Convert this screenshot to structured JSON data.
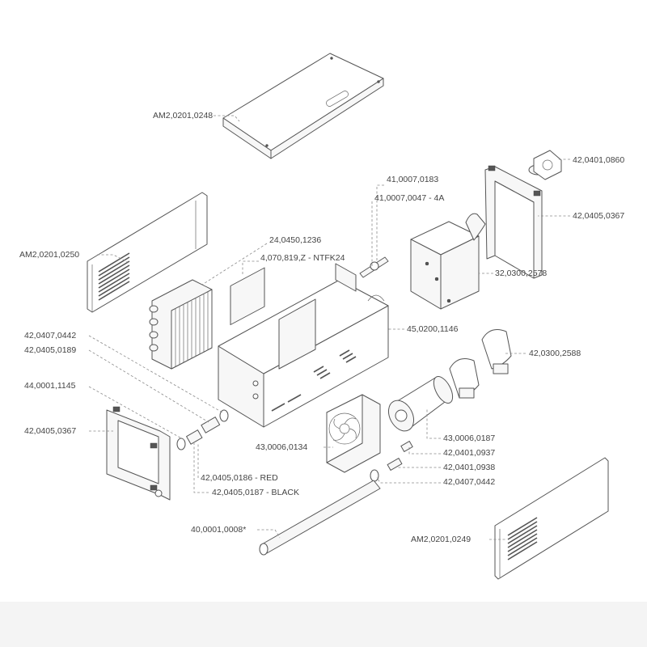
{
  "labels": {
    "top_cover": "AM2,0201,0248",
    "fan_1": "42,0401,0860",
    "frame_right": "42,0405,0367",
    "part_41_0183": "41,0007,0183",
    "part_41_0047": "41,0007,0047 - 4A",
    "side_panel_left": "AM2,0201,0250",
    "part_24_1236": "24,0450,1236",
    "part_ntfk24": "4,070,819,Z - NTFK24",
    "tank": "32,0300,2578",
    "chassis": "45,0200,1146",
    "part_42_0442_a": "42,0407,0442",
    "part_42_0189": "42,0405,0189",
    "clamp": "42,0300,2588",
    "part_44_1145": "44,0001,1145",
    "frame_left": "42,0405,0367",
    "pump": "43,0006,0187",
    "fan_axial": "43,0006,0134",
    "part_42_0937": "42,0401,0937",
    "part_42_0938": "42,0401,0938",
    "coupling_red": "42,0405,0186 - RED",
    "part_42_0442_b": "42,0407,0442",
    "coupling_black": "42,0405,0187 - BLACK",
    "hose": "40,0001,0008*",
    "side_panel_right": "AM2,0201,0249"
  }
}
